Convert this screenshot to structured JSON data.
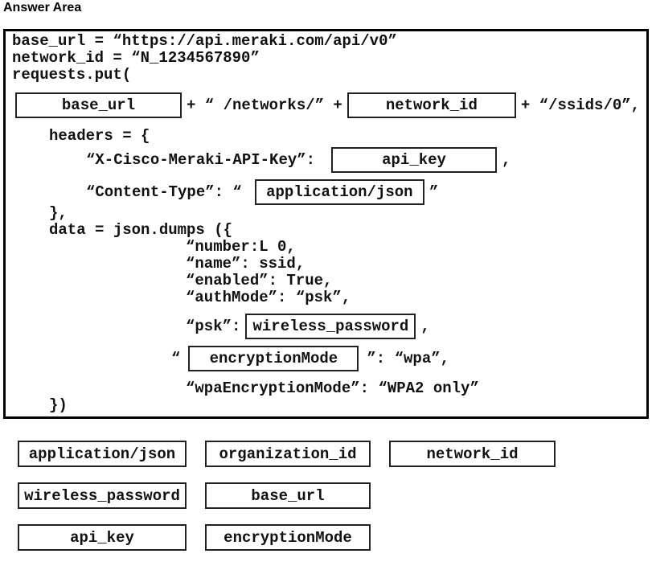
{
  "header": {
    "title": "Answer Area"
  },
  "code": {
    "line1": "base_url = “https://api.meraki.com/api/v0”",
    "line2": "network_id = “N_1234567890”",
    "line3": "requests.put(",
    "url_row": {
      "mid": "+ “ /networks/” +",
      "end": "+ “/ssids/0”,"
    },
    "headers_open": "headers = {",
    "api_key_row": {
      "label": "“X-Cisco-Meraki-API-Key”:",
      "after": ","
    },
    "content_type_row": {
      "label": "“Content-Type”: “",
      "after": "”"
    },
    "headers_close": "},",
    "data_open": "data = json.dumps ({",
    "body": [
      "“number:L 0,",
      "“name”: ssid,",
      "“enabled”: True,",
      "“authMode”: “psk”,"
    ],
    "psk_row": {
      "label": "“psk”:",
      "after": ","
    },
    "enc_row": {
      "before": "“",
      "after": "”: “wpa”,"
    },
    "body5": "“wpaEncryptionMode”: “WPA2 only”",
    "close": "})",
    "slots": {
      "base_url": "base_url",
      "network_id": "network_id",
      "api_key": "api_key",
      "application_json": "application/json",
      "wireless_password": "wireless_password",
      "encryptionMode": "encryptionMode"
    }
  },
  "options": {
    "rows": [
      [
        "application/json",
        "organization_id",
        "network_id"
      ],
      [
        "wireless_password",
        "base_url"
      ],
      [
        "api_key",
        "encryptionMode"
      ]
    ]
  }
}
